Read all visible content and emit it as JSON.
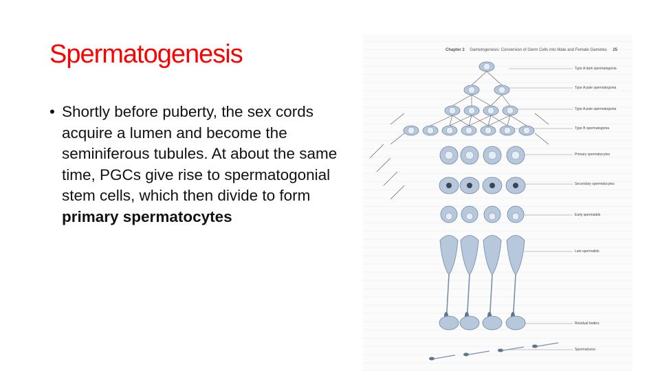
{
  "slide": {
    "title": "Spermatogenesis",
    "title_color": "#ff0000",
    "bullet": {
      "marker": "•",
      "text_regular": "Shortly before puberty, the sex cords acquire a lumen and become the seminiferous tubules. At about the same time, PGCs give rise to spermatogonial stem cells, which then divide to form ",
      "text_bold": "primary spermatocytes"
    }
  },
  "figure": {
    "header": {
      "chapter": "Chapter 2",
      "title": "Gametogenesis: Conversion of Germ Cells into Male and Female Gametes",
      "page": "25"
    },
    "labels": [
      "Type A dark spermatogonia",
      "Type A pale spermatogonia",
      "Type A pale spermatogonia",
      "Type B spermatogonia",
      "Primary spermatocytes",
      "Secondary spermatocytes",
      "Early spermatids",
      "Late spermatids",
      "Residual bodies",
      "Spermatozoa"
    ],
    "colors": {
      "cell_fill": "#b7c8dc",
      "cell_edge": "#6f87a3",
      "nucleus": "#e6edf5",
      "line": "#8a8a8a"
    }
  }
}
